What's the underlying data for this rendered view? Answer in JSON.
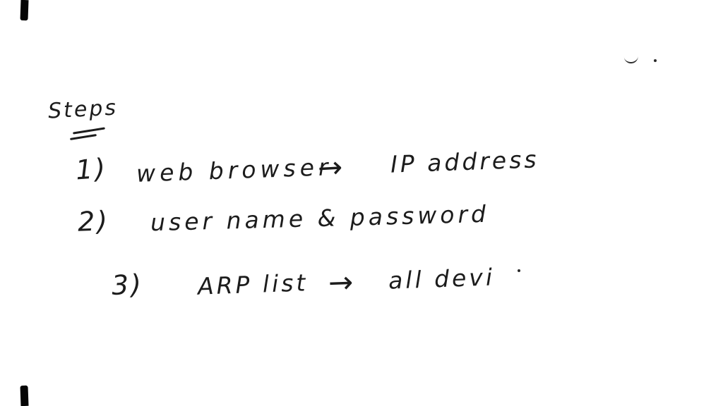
{
  "note": {
    "title": "Steps",
    "items": [
      {
        "number": "1)",
        "text": "web browser",
        "arrow": "→",
        "result": "IP address"
      },
      {
        "number": "2)",
        "text": "user name & password",
        "arrow": "",
        "result": ""
      },
      {
        "number": "3)",
        "text": "ARP list",
        "arrow": "→",
        "result": "all devi"
      }
    ],
    "ink_color": "#1c1c1c",
    "background_color": "#ffffff"
  }
}
